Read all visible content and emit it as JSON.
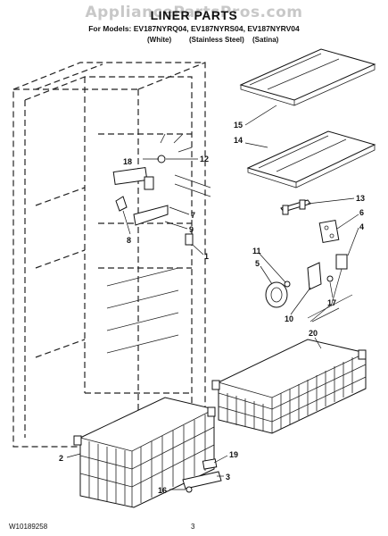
{
  "watermark": "AppliancePartsPros.com",
  "header": {
    "title": "LINER PARTS",
    "models_line": "For Models: EV187NYRQ04, EV187NYRS04, EV187NYRV04",
    "variants": [
      "(White)",
      "(Stainless Steel)",
      "(Satina)"
    ]
  },
  "callouts": [
    "1",
    "2",
    "3",
    "4",
    "5",
    "6",
    "7",
    "8",
    "9",
    "10",
    "11",
    "12",
    "13",
    "14",
    "15",
    "16",
    "17",
    "18",
    "19",
    "20"
  ],
  "footer": {
    "doc_number": "W10189258",
    "page_number": "3"
  }
}
